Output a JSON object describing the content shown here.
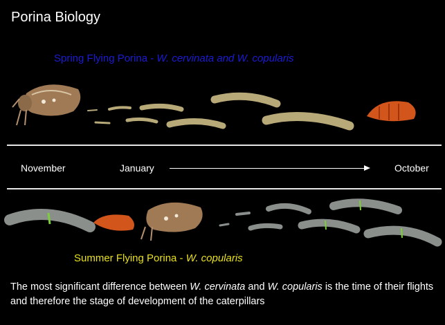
{
  "title": "Porina Biology",
  "spring": {
    "prefix": "Spring Flying Porina - ",
    "species": "W. cervinata and W. copularis"
  },
  "timeline": {
    "start": "November",
    "middle": "January",
    "end": "October"
  },
  "summer": {
    "prefix": "Summer Flying Porina - ",
    "species": "W. copularis"
  },
  "caption": {
    "part1": "The most significant difference between ",
    "species1": "W. cervinata",
    "part2": " and ",
    "species2": "W. copularis",
    "part3": " is the time of their flights and therefore the stage of development of the caterpillars"
  },
  "colors": {
    "spring_heading": "#1b1bd6",
    "summer_heading": "#e8e01a",
    "moth": "#a07a55",
    "pupa": "#d2551c",
    "spring_larva": "#b8aa78",
    "summer_larva": "#8a8f8c"
  },
  "icons": [
    "moth-icon",
    "larva-icon",
    "pupa-icon",
    "arrow-right-icon"
  ]
}
